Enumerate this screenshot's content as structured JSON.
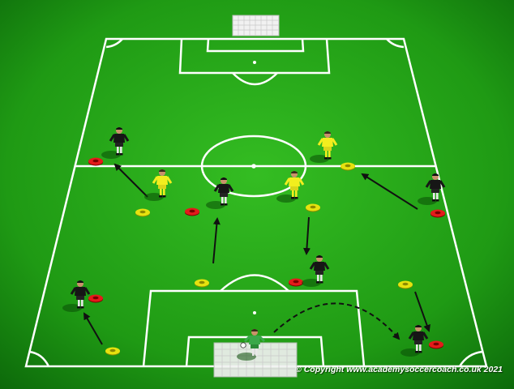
{
  "diagram": {
    "copyright": "© Copyright www.academysoccercoach.co.uk 2021",
    "colors": {
      "pitch_light": "#2fb51f",
      "pitch_dark": "#0f6f0b",
      "line": "#ffffff",
      "cone_red": "#e41b1b",
      "cone_yellow": "#e6e20f",
      "team_dark": "#1a1a1a",
      "team_yellow": "#f2ee1e",
      "goalkeeper": "#3aa84a",
      "arrow": "#111111"
    },
    "players": [
      {
        "name": "dark-player",
        "team": "dark"
      },
      {
        "name": "yellow-player",
        "team": "yellow"
      },
      {
        "name": "dark-player",
        "team": "dark"
      },
      {
        "name": "yellow-player",
        "team": "yellow"
      },
      {
        "name": "yellow-player",
        "team": "yellow"
      },
      {
        "name": "dark-player",
        "team": "dark"
      },
      {
        "name": "dark-player",
        "team": "dark"
      },
      {
        "name": "dark-player",
        "team": "dark"
      },
      {
        "name": "dark-player",
        "team": "dark"
      },
      {
        "name": "goalkeeper",
        "team": "goalkeeper"
      }
    ],
    "cones": [
      {
        "color": "red"
      },
      {
        "color": "yellow"
      },
      {
        "color": "red"
      },
      {
        "color": "yellow"
      },
      {
        "color": "yellow"
      },
      {
        "color": "red"
      },
      {
        "color": "yellow"
      },
      {
        "color": "red"
      },
      {
        "color": "yellow"
      },
      {
        "color": "red"
      },
      {
        "color": "yellow"
      },
      {
        "color": "red"
      }
    ]
  }
}
